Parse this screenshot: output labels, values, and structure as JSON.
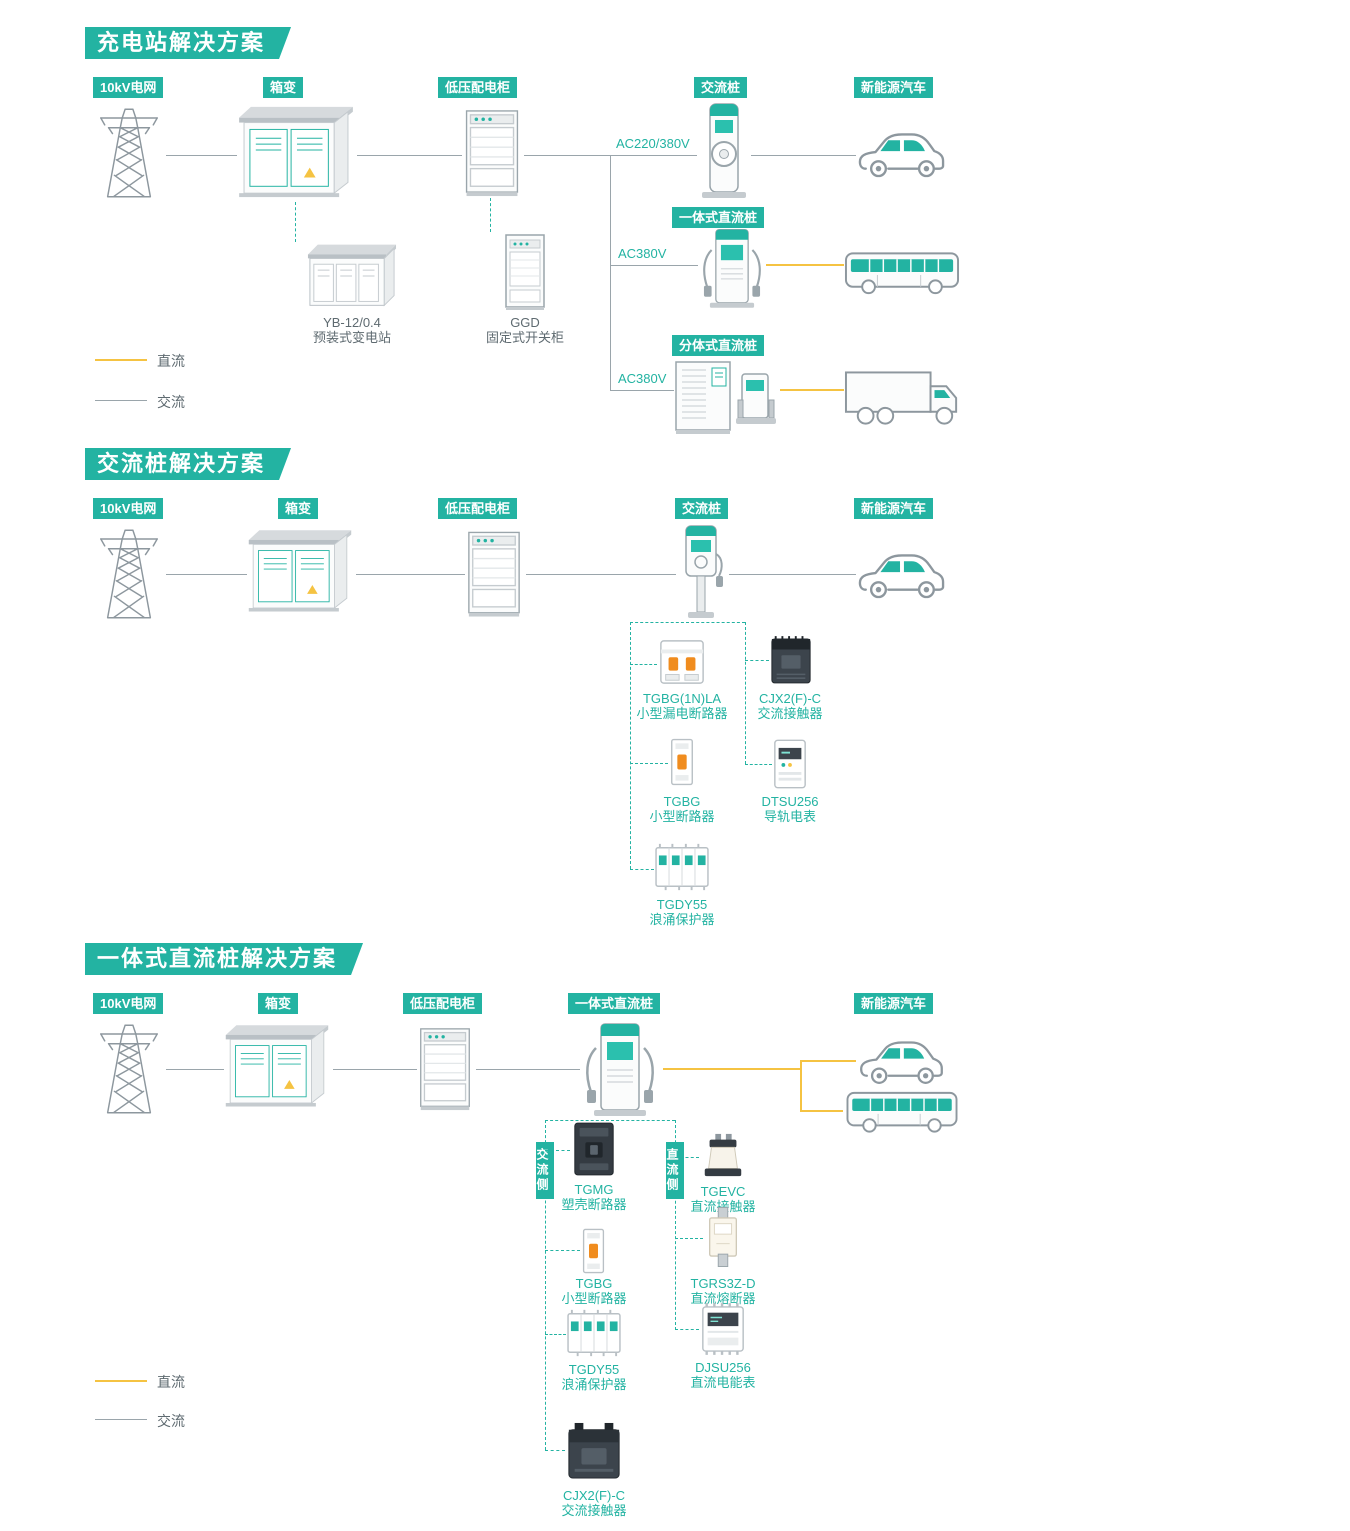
{
  "colors": {
    "teal": "#23B3A2",
    "dc_yellow": "#F5C342",
    "ac_gray": "#9AA5AB"
  },
  "s1": {
    "title": "充电站解决方案",
    "badges": {
      "grid": "10kV电网",
      "transformer": "箱变",
      "cabinet": "低压配电柜",
      "ac_pile": "交流桩",
      "vehicle": "新能源汽车",
      "dc_integrated": "一体式直流桩",
      "dc_split": "分体式直流桩"
    },
    "lines": {
      "ac220_380": "AC220/380V",
      "ac380_bus": "AC380V",
      "ac380_truck": "AC380V"
    },
    "products": {
      "yb": {
        "name": "YB-12/0.4",
        "desc": "预装式变电站"
      },
      "ggd": {
        "name": "GGD",
        "desc": "固定式开关柜"
      }
    },
    "legend": {
      "dc": "直流",
      "ac": "交流"
    }
  },
  "s2": {
    "title": "交流桩解决方案",
    "badges": {
      "grid": "10kV电网",
      "transformer": "箱变",
      "cabinet": "低压配电柜",
      "ac_pile": "交流桩",
      "vehicle": "新能源汽车"
    },
    "products": {
      "tgbg1nla": {
        "name": "TGBG(1N)LA",
        "desc": "小型漏电断路器"
      },
      "cjx2": {
        "name": "CJX2(F)-C",
        "desc": "交流接触器"
      },
      "tgbg": {
        "name": "TGBG",
        "desc": "小型断路器"
      },
      "dtsu256": {
        "name": "DTSU256",
        "desc": "导轨电表"
      },
      "tgdy55": {
        "name": "TGDY55",
        "desc": "浪涌保护器"
      }
    }
  },
  "s3": {
    "title": "一体式直流桩解决方案",
    "badges": {
      "grid": "10kV电网",
      "transformer": "箱变",
      "cabinet": "低压配电柜",
      "dc_pile": "一体式直流桩",
      "vehicle": "新能源汽车"
    },
    "sides": {
      "ac": "交流侧",
      "dc": "直流侧"
    },
    "products": {
      "tgmg": {
        "name": "TGMG",
        "desc": "塑壳断路器"
      },
      "tgevc": {
        "name": "TGEVC",
        "desc": "直流接触器"
      },
      "tgbg": {
        "name": "TGBG",
        "desc": "小型断路器"
      },
      "tgrs3zd": {
        "name": "TGRS3Z-D",
        "desc": "直流熔断器"
      },
      "tgdy55": {
        "name": "TGDY55",
        "desc": "浪涌保护器"
      },
      "djsu256": {
        "name": "DJSU256",
        "desc": "直流电能表"
      },
      "cjx2": {
        "name": "CJX2(F)-C",
        "desc": "交流接触器"
      }
    },
    "legend": {
      "dc": "直流",
      "ac": "交流"
    }
  }
}
